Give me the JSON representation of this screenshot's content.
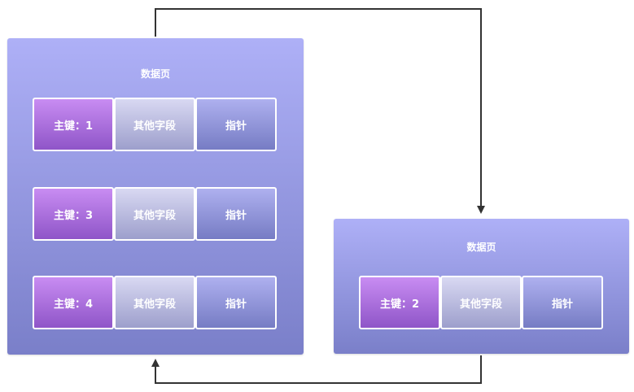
{
  "pages": [
    {
      "title": "数据页",
      "rows": [
        {
          "key": "主键：1",
          "other": "其他字段",
          "pointer": "指针"
        },
        {
          "key": "主键：3",
          "other": "其他字段",
          "pointer": "指针"
        },
        {
          "key": "主键：4",
          "other": "其他字段",
          "pointer": "指针"
        }
      ]
    },
    {
      "title": "数据页",
      "rows": [
        {
          "key": "主键：2",
          "other": "其他字段",
          "pointer": "指针"
        }
      ]
    }
  ],
  "colors": {
    "arrow": "#333333",
    "page_top": "#aeb0f7",
    "page_bottom": "#7a7fc9",
    "key_top": "#c88cf2",
    "key_bottom": "#8f55c8"
  }
}
